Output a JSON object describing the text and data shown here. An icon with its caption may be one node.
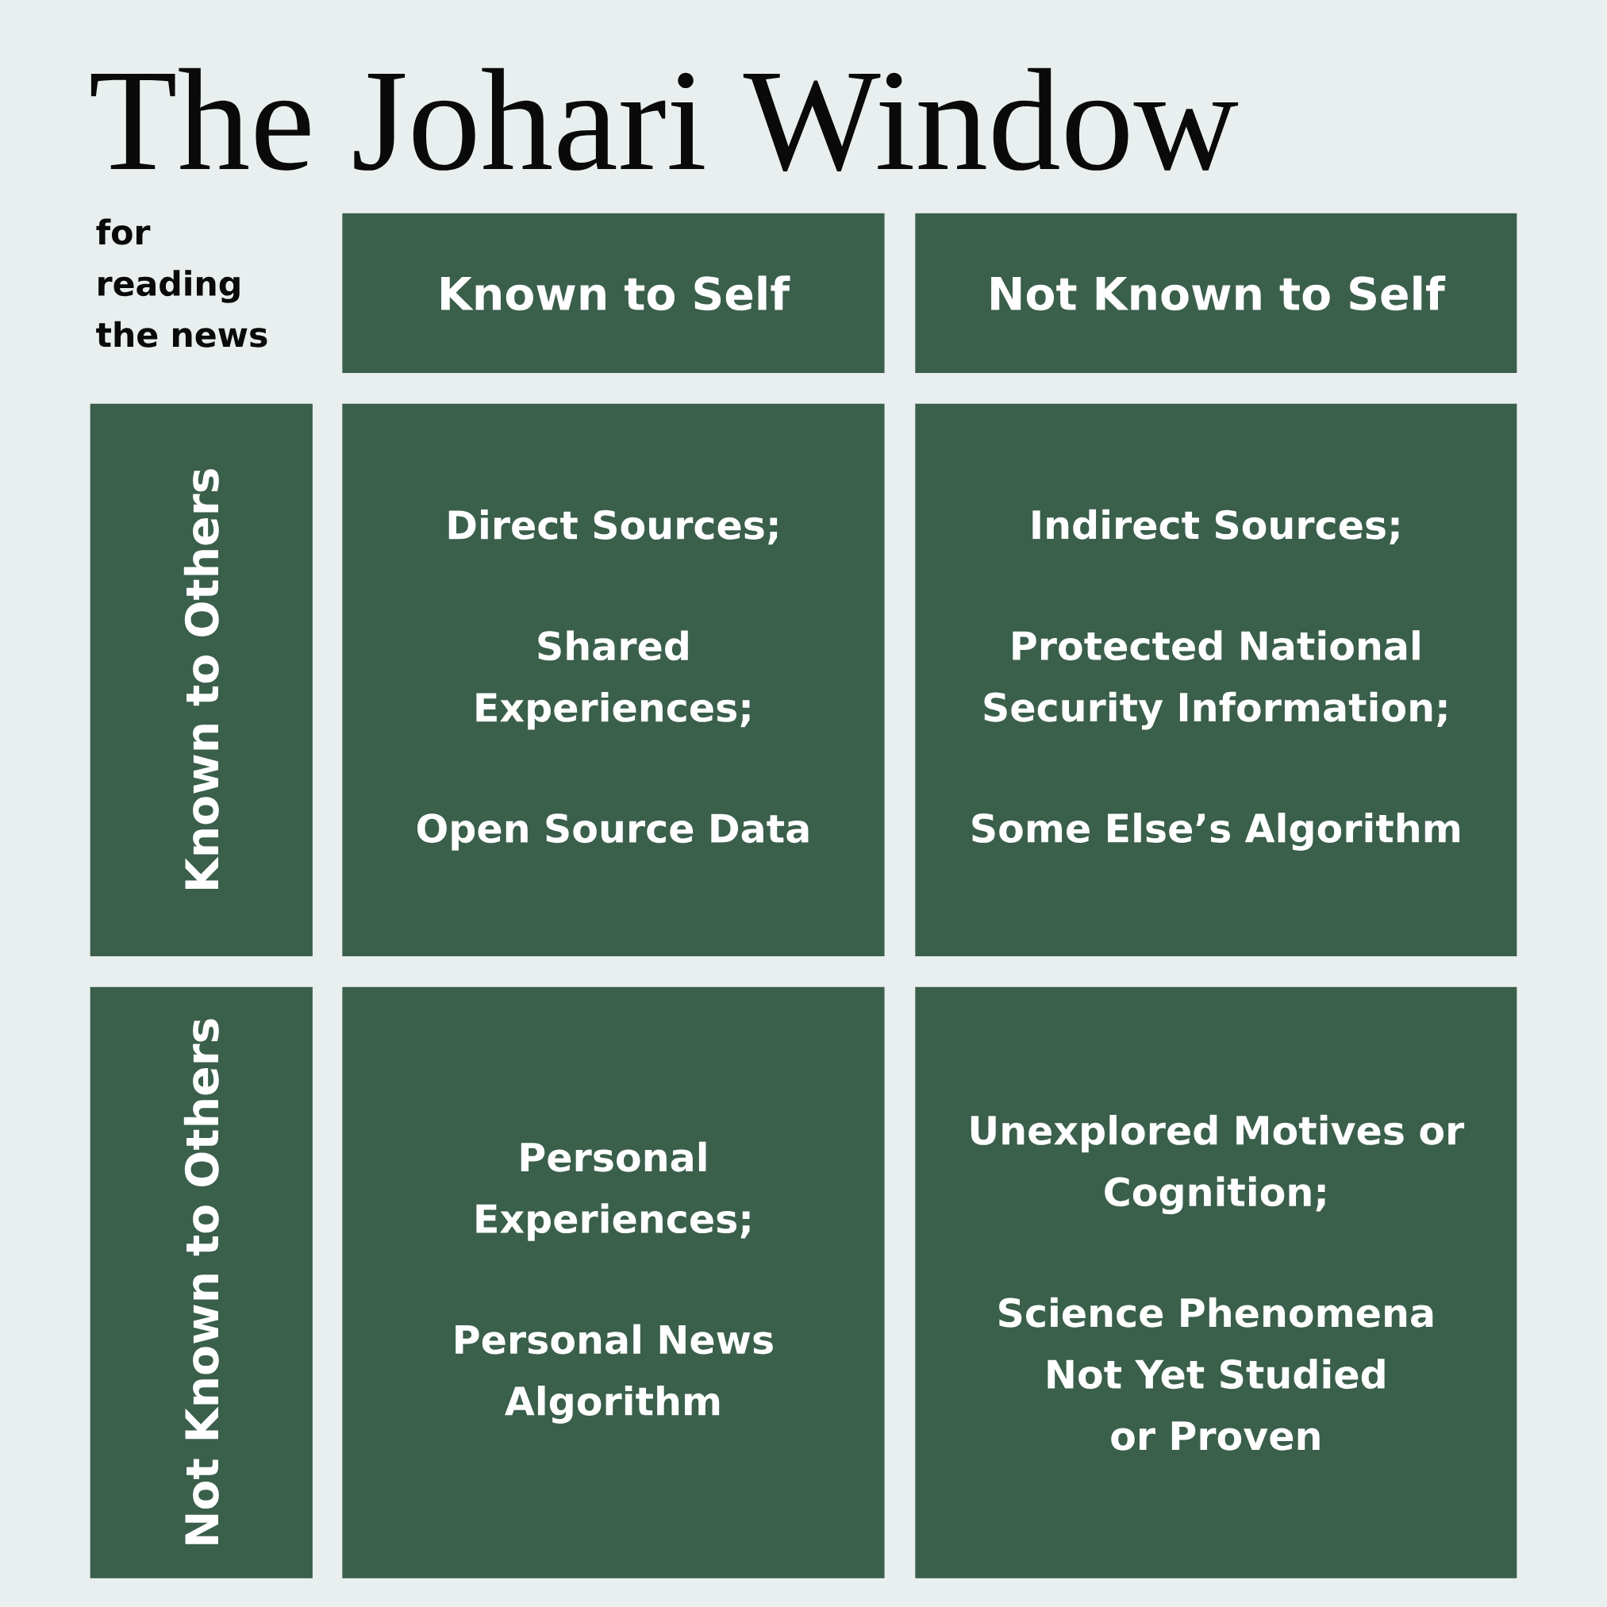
{
  "diagram": {
    "title": "The Johari Window",
    "nodes": [
      {
        "text": [
          "Known to Self"
        ]
      },
      {
        "text": [
          "Not Known to Self"
        ]
      },
      {
        "text": [
          "Known to Others"
        ]
      },
      {
        "text": [
          "Direct Sources;",
          "Shared Experiences;",
          "Open Source Data"
        ]
      },
      {
        "text": [
          "Indirect Sources;",
          "Protected National Security Information;",
          "Some Else’s Algorithm"
        ]
      },
      {
        "text": [
          "Not Known to Others"
        ]
      },
      {
        "text": [
          "Personal Experiences;",
          "Personal News Algorithm"
        ]
      },
      {
        "text": [
          "Unexplored Motives or Cognition;",
          "Science Phenomena Not Yet Studied or Proven"
        ]
      }
    ],
    "labels": [
      "for reading the news"
    ]
  }
}
